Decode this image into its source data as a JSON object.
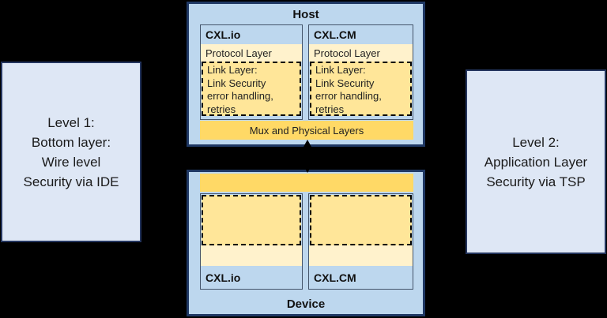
{
  "colors": {
    "background": "#000000",
    "outer_border": "#1f3864",
    "panel_fill": "#bdd7ee",
    "note_fill": "#dee7f5",
    "protocol_fill": "#fff2cc",
    "link_layer_fill": "#ffe699",
    "mux_fill": "#ffd966",
    "arrow": "#000000"
  },
  "left_note": {
    "lines": [
      "Level 1:",
      "Bottom layer:",
      "Wire level",
      "Security via IDE"
    ]
  },
  "right_note": {
    "lines": [
      "Level 2:",
      "Application Layer",
      "Security via TSP"
    ]
  },
  "host": {
    "title": "Host",
    "mux_label": "Mux and Physical Layers",
    "columns": [
      {
        "name": "CXL.io",
        "protocol_label": "Protocol Layer",
        "link_lines": [
          "Link Layer:",
          "Link Security",
          "error handling,",
          "retries"
        ]
      },
      {
        "name": "CXL.CM",
        "protocol_label": "Protocol Layer",
        "link_lines": [
          "Link Layer:",
          "Link Security",
          "error handling,",
          "retries"
        ]
      }
    ]
  },
  "device": {
    "title": "Device",
    "columns": [
      {
        "name": "CXL.io"
      },
      {
        "name": "CXL.CM"
      }
    ]
  }
}
